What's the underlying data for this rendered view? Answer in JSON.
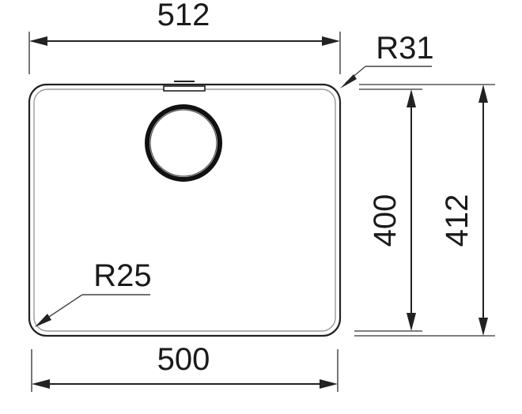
{
  "diagram": {
    "dimensions": {
      "top_width": "512",
      "bottom_width": "500",
      "inner_height": "400",
      "outer_height": "412",
      "corner_radius_top_right": "R31",
      "corner_radius_bottom_left": "R25"
    },
    "colors": {
      "line": "#222222",
      "text": "#1a1a1a",
      "background": "#ffffff"
    }
  }
}
